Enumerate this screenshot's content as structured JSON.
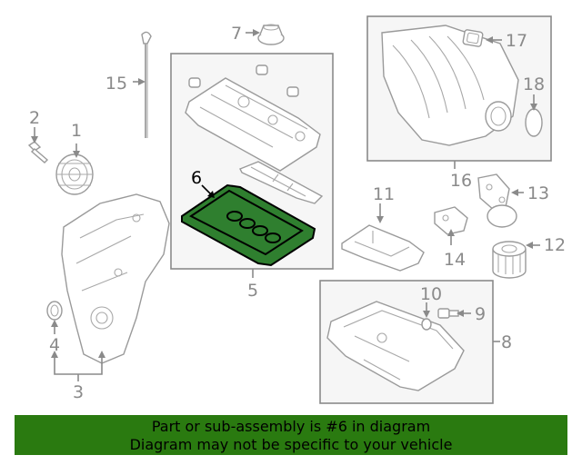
{
  "callouts": {
    "c1": "1",
    "c2": "2",
    "c3": "3",
    "c4": "4",
    "c5": "5",
    "c6": "6",
    "c7": "7",
    "c8": "8",
    "c9": "9",
    "c10": "10",
    "c11": "11",
    "c12": "12",
    "c13": "13",
    "c14": "14",
    "c15": "15",
    "c16": "16",
    "c17": "17",
    "c18": "18"
  },
  "highlighted_part": "6",
  "banner": {
    "line1": "Part or sub-assembly is #6 in diagram",
    "line2": "Diagram may not be specific to your vehicle"
  },
  "colors": {
    "banner": "#2a7a10",
    "highlight_fill": "#2f7f2f",
    "line_gray": "#8a8a8a"
  }
}
